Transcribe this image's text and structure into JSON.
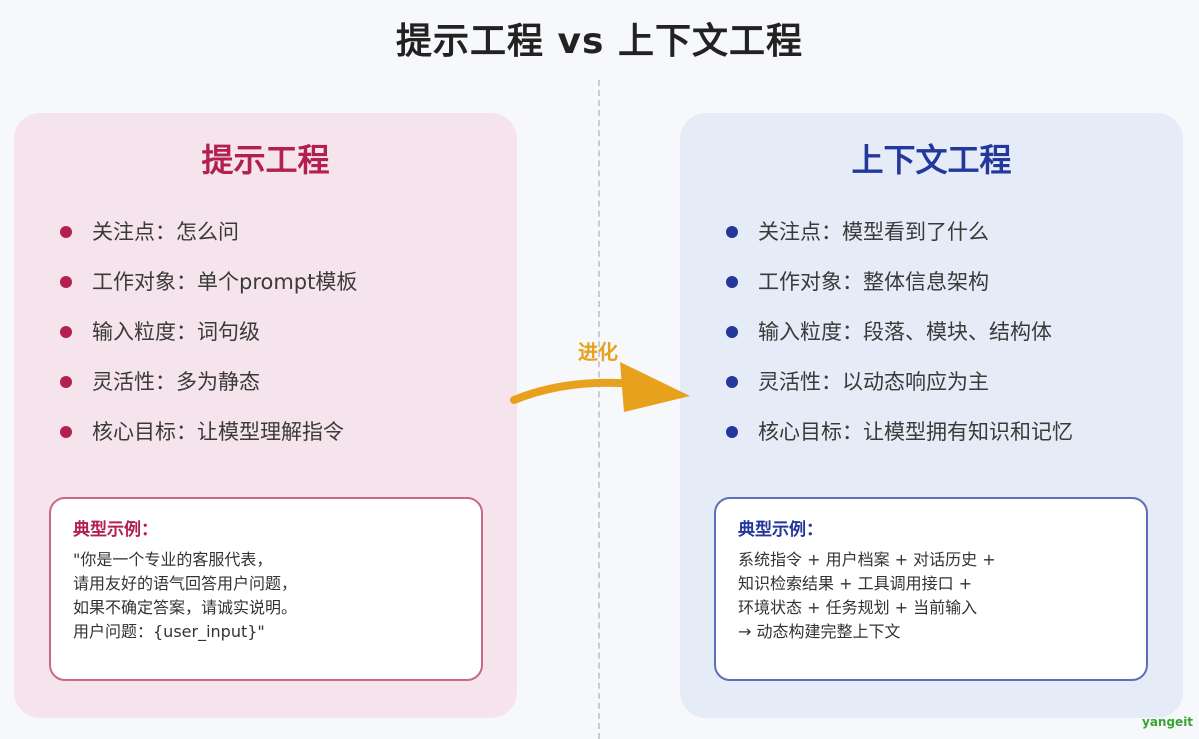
{
  "title": "提示工程 vs 上下文工程",
  "left_panel": {
    "title": "提示工程",
    "bullets": [
      "关注点：怎么问",
      "工作对象：单个prompt模板",
      "输入粒度：词句级",
      "灵活性：多为静态",
      "核心目标：让模型理解指令"
    ],
    "example_title": "典型示例：",
    "example_lines": [
      "\"你是一个专业的客服代表，",
      "请用友好的语气回答用户问题，",
      "如果不确定答案，请诚实说明。",
      "用户问题：{user_input}\""
    ]
  },
  "right_panel": {
    "title": "上下文工程",
    "bullets": [
      "关注点：模型看到了什么",
      "工作对象：整体信息架构",
      "输入粒度：段落、模块、结构体",
      "灵活性：以动态响应为主",
      "核心目标：让模型拥有知识和记忆"
    ],
    "example_title": "典型示例：",
    "example_lines": [
      "系统指令 + 用户档案 + 对话历史 +",
      "知识检索结果 + 工具调用接口 +",
      "环境状态 + 任务规划 + 当前输入",
      "→ 动态构建完整上下文"
    ]
  },
  "arrow_label": "进化",
  "watermark": "yangeit",
  "colors": {
    "left_accent": "#b3204f",
    "right_accent": "#23389a",
    "arrow": "#e8a11c",
    "left_panel_bg": "#f6e4ec",
    "right_panel_bg": "#e5ebf7"
  }
}
